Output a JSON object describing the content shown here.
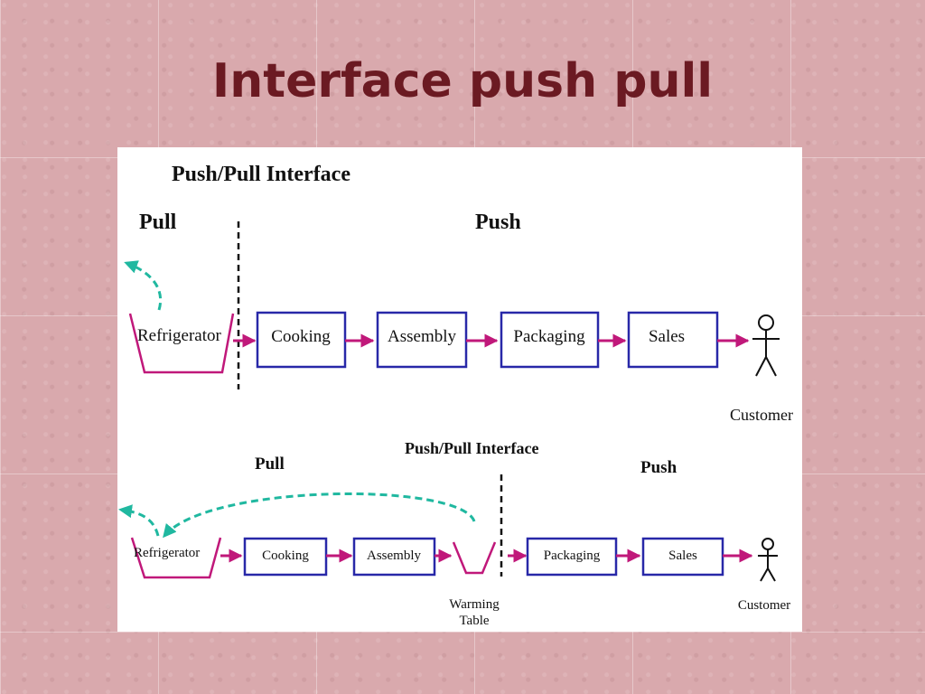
{
  "slide": {
    "title": "Interface push pull"
  },
  "colors": {
    "title": "#6b1a22",
    "box_stroke": "#2828a8",
    "arrow": "#c0187a",
    "pull_arrow": "#20b8a0",
    "background": "#d9a9ad"
  },
  "diagram_top": {
    "title": "Push/Pull Interface",
    "pull_label": "Pull",
    "push_label": "Push",
    "container_label": "Refrigerator",
    "steps": [
      "Cooking",
      "Assembly",
      "Packaging",
      "Sales"
    ],
    "customer_label": "Customer"
  },
  "diagram_bottom": {
    "title": "Push/Pull Interface",
    "pull_label": "Pull",
    "push_label": "Push",
    "container_label": "Refrigerator",
    "steps": [
      "Cooking",
      "Assembly",
      "Packaging",
      "Sales"
    ],
    "warming_label_1": "Warming",
    "warming_label_2": "Table",
    "customer_label": "Customer"
  }
}
